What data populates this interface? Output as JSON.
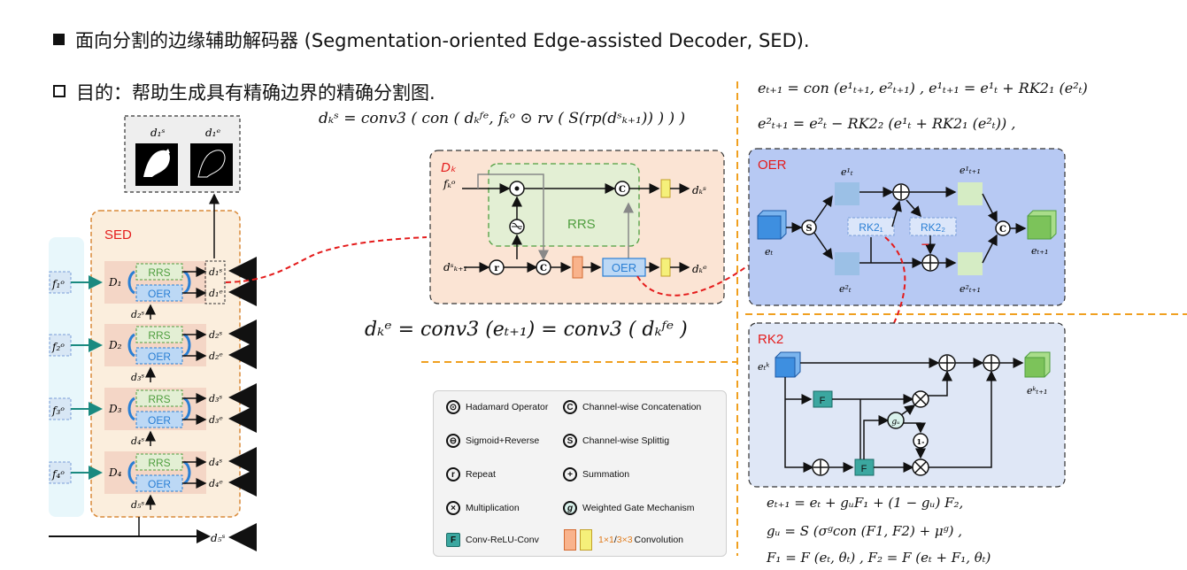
{
  "header": {
    "line1": "面向分割的边缘辅助解码器 (Segmentation-oriented Edge-assisted Decoder, SED).",
    "line2": "目的：帮助生成具有精确边界的精确分割图."
  },
  "formulas": {
    "ds": "dₖˢ = conv3 ( con ( dₖᶠᵉ, fₖᵒ ⊙ rv ( S(rp(dˢₖ₊₁)) ) ) )",
    "de": "dₖᵉ = conv3 (eₜ₊₁) = conv3 ( dₖᶠᵉ )",
    "oer1": "eₜ₊₁ = con (e¹ₜ₊₁, e²ₜ₊₁) , e¹ₜ₊₁ = e¹ₜ + RK2₁ (e²ₜ)",
    "oer2": "e²ₜ₊₁ = e²ₜ − RK2₂ (e¹ₜ + RK2₁ (e²ₜ)) ,",
    "rk1": "eₜ₊₁ = eₜ + gᵤF₁ + (1 − gᵤ) F₂,",
    "rk2": "gᵤ = S (σᵍcon (F1, F2) + μᵍ) ,",
    "rk3": "F₁ = F (eₜ, θₜ) , F₂ = F (eₜ + F₁, θₜ)"
  },
  "sed": {
    "title": "SED",
    "rrs": "RRS",
    "oer": "OER",
    "rows": [
      {
        "f": "f₁ᵒ",
        "d": "D₁",
        "ds": "d₁ˢ",
        "de": "d₁ᵉ",
        "dn": "d₂ˢ"
      },
      {
        "f": "f₂ᵒ",
        "d": "D₂",
        "ds": "d₂ˢ",
        "de": "d₂ᵉ",
        "dn": "d₃ˢ"
      },
      {
        "f": "f₃ᵒ",
        "d": "D₃",
        "ds": "d₃ˢ",
        "de": "d₃ᵉ",
        "dn": "d₄ˢ"
      },
      {
        "f": "f₄ᵒ",
        "d": "D₄",
        "ds": "d₄ˢ",
        "de": "d₄ᵉ",
        "dn": "d₅ˢ"
      }
    ],
    "bottom": "d₅ˢ",
    "out_s": "d₁ˢ",
    "out_e": "d₁ᵉ"
  },
  "dk": {
    "title": "Dₖ",
    "rrs": "RRS",
    "oer": "OER",
    "f_in": "fₖᵒ",
    "ds_in": "dˢₖ₊₁",
    "ds_out": "dₖˢ",
    "de_out": "dₖᵉ"
  },
  "oer_box": {
    "title": "OER",
    "et": "eₜ",
    "e1": "e¹ₜ",
    "e2": "e²ₜ",
    "e1n": "e¹ₜ₊₁",
    "e2n": "e²ₜ₊₁",
    "etn": "eₜ₊₁",
    "rk1": "RK2₁",
    "rk2": "RK2₂"
  },
  "rk2_box": {
    "title": "RK2",
    "ek": "eₜᵏ",
    "ekn": "eᵏₜ₊₁",
    "f": "F",
    "g": "gᵤ",
    "one": "1-"
  },
  "legend": [
    {
      "sym": "⊙",
      "label": "Hadamard Operator",
      "icon": "hadamard-icon"
    },
    {
      "sym": "C",
      "label": "Channel-wise Concatenation",
      "icon": "concat-icon"
    },
    {
      "sym": "⊖",
      "label": "Sigmoid+Reverse",
      "icon": "sigmoid-reverse-icon"
    },
    {
      "sym": "S",
      "label": "Channel-wise Splittig",
      "icon": "split-icon"
    },
    {
      "sym": "r",
      "label": "Repeat",
      "icon": "repeat-icon"
    },
    {
      "sym": "+",
      "label": "Summation",
      "icon": "summation-icon"
    },
    {
      "sym": "×",
      "label": "Multiplication",
      "icon": "multiplication-icon"
    },
    {
      "sym": "g",
      "label": "Weighted Gate Mechanism",
      "icon": "gate-icon"
    },
    {
      "sym": "F",
      "label": "Conv-ReLU-Conv",
      "icon": "conv-relu-conv-icon"
    },
    {
      "sym": "",
      "label": "Convolution",
      "icon": "convolution-icon",
      "prefix1": "1×1",
      "sep": "/",
      "prefix2": "3×3"
    }
  ],
  "colors": {
    "sed_bg": "#fbeedd",
    "sed_border": "#d98a3a",
    "oer_bg": "#b7c9f3",
    "rk2_bg": "#dfe7f6",
    "rrs_text": "#4f9e3f",
    "oer_text": "#2a7fd4",
    "cyan_arrow": "#19a7df",
    "purple_arrow": "#7b3fa8",
    "red": "#e41b1b",
    "orange_dash": "#f0a020"
  }
}
